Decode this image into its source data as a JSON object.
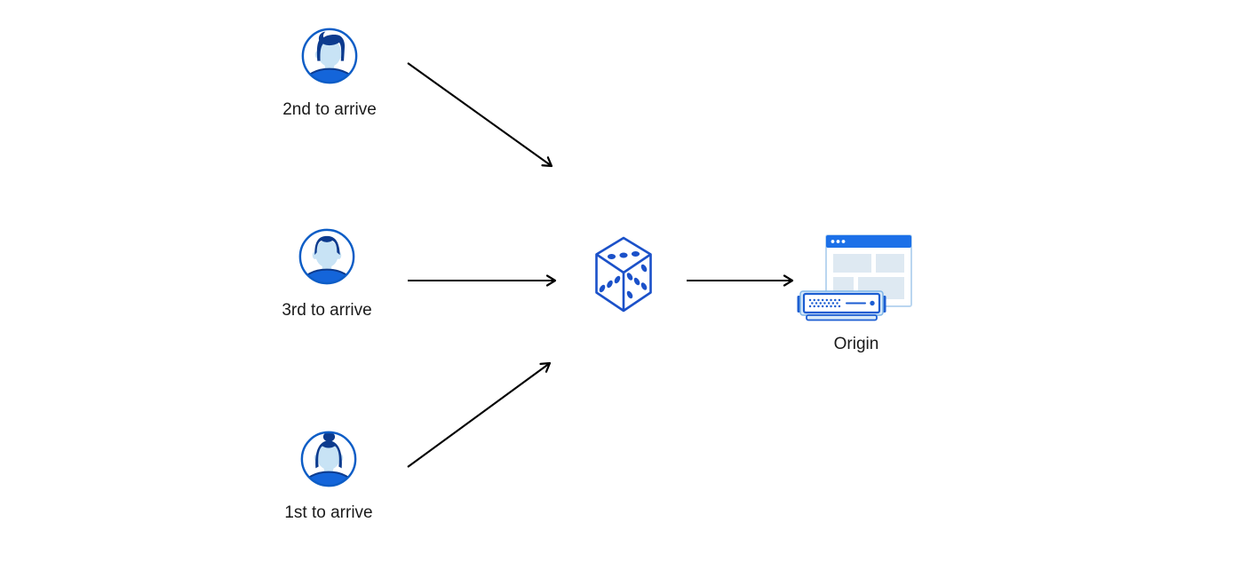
{
  "page": {
    "background": "#ffffff"
  },
  "diagram": {
    "nodes": {
      "visitor_top": {
        "label": "2nd to arrive",
        "icon": "user-male-quiff-avatar"
      },
      "visitor_middle": {
        "label": "3rd to arrive",
        "icon": "user-male-short-hair-avatar"
      },
      "visitor_bottom": {
        "label": "1st to arrive",
        "icon": "user-female-bun-avatar"
      },
      "randomizer": {
        "icon": "dice-icon"
      },
      "origin": {
        "label": "Origin",
        "icon": "origin-browser-server-icon"
      }
    },
    "edges": [
      {
        "from": "visitor_top",
        "to": "randomizer"
      },
      {
        "from": "visitor_middle",
        "to": "randomizer"
      },
      {
        "from": "visitor_bottom",
        "to": "randomizer"
      },
      {
        "from": "randomizer",
        "to": "origin"
      }
    ],
    "colors": {
      "avatar_ring_blue": "#0d5dc6",
      "icon_stroke_blue": "#1b51c9",
      "dark_navy_hair": "#0d3b8e",
      "face_light_blue": "#c8e3f5",
      "shirt_blue": "#1465da",
      "browser_header_blue": "#1c70e8",
      "panel_light_blue": "#dee9f2",
      "server_light_blue": "#d8eaf9",
      "server_stroke_blue": "#1c5ed2",
      "arrow_black": "#000000",
      "label_text": "#1a1a1a"
    }
  }
}
